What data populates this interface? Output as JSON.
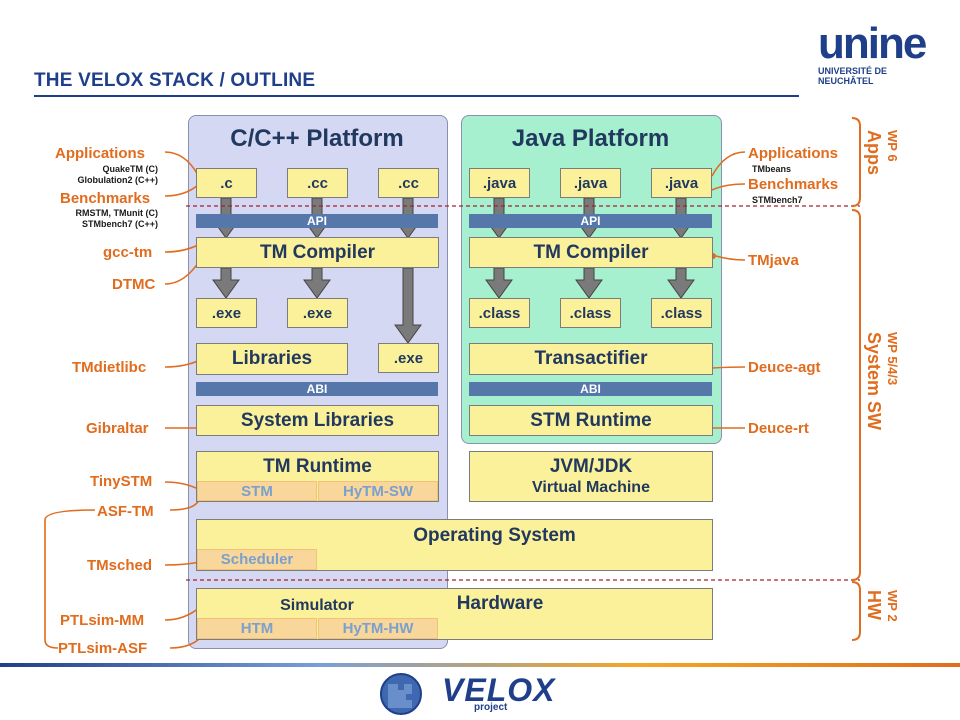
{
  "title": "THE VELOX STACK / OUTLINE",
  "logo": {
    "name": "unine",
    "sub1": "UNIVERSITÉ DE",
    "sub2": "NEUCHÂTEL"
  },
  "c_platform": {
    "heading": "C/C++ Platform",
    "sources": [
      ".c",
      ".cc",
      ".cc"
    ],
    "api": "API",
    "compiler": "TM Compiler",
    "exes": [
      ".exe",
      ".exe"
    ],
    "exe_right": ".exe",
    "libraries": "Libraries",
    "abi": "ABI",
    "system_libraries": "System Libraries",
    "tm_runtime": "TM Runtime",
    "stm": "STM",
    "hytm_sw": "HyTM-SW"
  },
  "java_platform": {
    "heading": "Java Platform",
    "sources": [
      ".java",
      ".java",
      ".java"
    ],
    "api": "API",
    "compiler": "TM Compiler",
    "classes": [
      ".class",
      ".class",
      ".class"
    ],
    "transactifier": "Transactifier",
    "abi": "ABI",
    "stm_runtime": "STM Runtime"
  },
  "jvm": {
    "line1": "JVM/JDK",
    "line2": "Virtual Machine"
  },
  "os": {
    "title": "Operating System",
    "scheduler": "Scheduler"
  },
  "hw": {
    "simulator": "Simulator",
    "hardware": "Hardware",
    "htm": "HTM",
    "hytm_hw": "HyTM-HW"
  },
  "left_labels": {
    "applications": "Applications",
    "apps_detail": [
      "QuakeTM (C)",
      "Globulation2 (C++)"
    ],
    "benchmarks": "Benchmarks",
    "bench_detail": [
      "RMSTM, TMunit (C)",
      "STMbench7 (C++)"
    ],
    "gcc_tm": "gcc-tm",
    "dtmc": "DTMC",
    "tmdietlibc": "TMdietlibc",
    "gibraltar": "Gibraltar",
    "tinystm": "TinySTM",
    "asf_tm": "ASF-TM",
    "tmsched": "TMsched",
    "ptlsim_mm": "PTLsim-MM",
    "ptlsim_asf": "PTLsim-ASF"
  },
  "right_labels": {
    "applications": "Applications",
    "apps_detail": "TMbeans",
    "benchmarks": "Benchmarks",
    "bench_detail": "STMbench7",
    "tmjava": "TMjava",
    "deuce_agt": "Deuce-agt",
    "deuce_rt": "Deuce-rt"
  },
  "work_packages": {
    "wp6": "WP 6",
    "apps": "Apps",
    "wp543": "WP 5/4/3",
    "system_sw": "System SW",
    "wp2": "WP 2",
    "hw": "HW"
  },
  "footer": {
    "logo_text": "VELOX",
    "project": "project"
  },
  "colors": {
    "accent_orange": "#e06c1e",
    "navy": "#1f3f8a",
    "box_yellow": "#fbf19a",
    "c_panel": "#d4d8f2",
    "java_panel": "#a7f0cf",
    "bar_blue": "#5577aa"
  }
}
